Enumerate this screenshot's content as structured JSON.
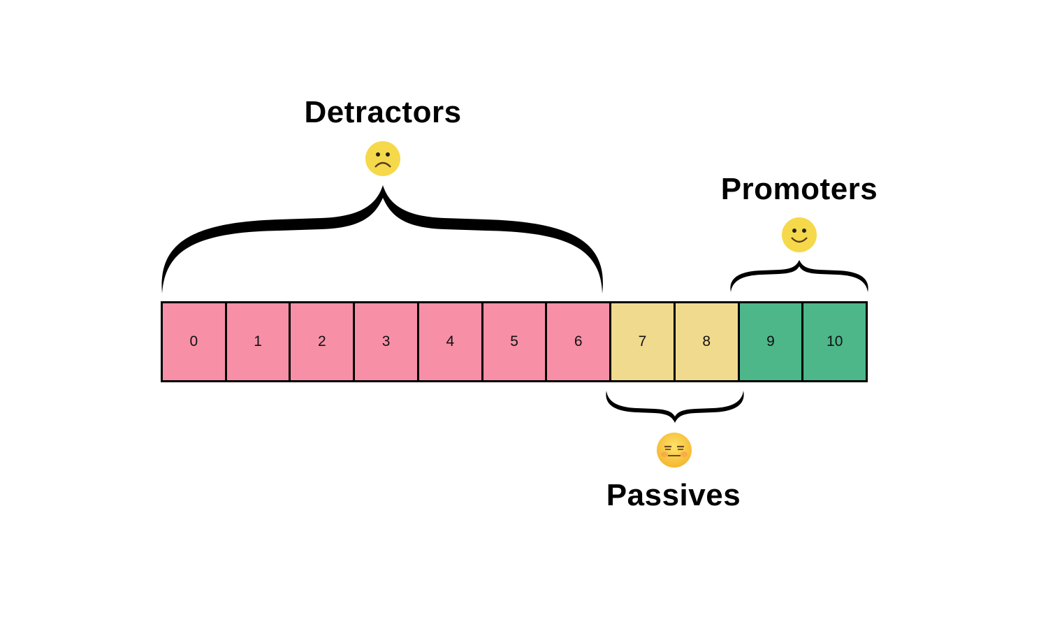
{
  "diagram": {
    "type": "nps-scale",
    "scores": [
      {
        "label": "0",
        "group": "detractors"
      },
      {
        "label": "1",
        "group": "detractors"
      },
      {
        "label": "2",
        "group": "detractors"
      },
      {
        "label": "3",
        "group": "detractors"
      },
      {
        "label": "4",
        "group": "detractors"
      },
      {
        "label": "5",
        "group": "detractors"
      },
      {
        "label": "6",
        "group": "detractors"
      },
      {
        "label": "7",
        "group": "passives"
      },
      {
        "label": "8",
        "group": "passives"
      },
      {
        "label": "9",
        "group": "promoters"
      },
      {
        "label": "10",
        "group": "promoters"
      }
    ],
    "groups": {
      "detractors": {
        "title": "Detractors",
        "icon": "frowning-face-icon",
        "color": "#f78fa7",
        "range": [
          0,
          6
        ]
      },
      "passives": {
        "title": "Passives",
        "icon": "unamused-face-icon",
        "color": "#f0da8e",
        "range": [
          7,
          8
        ]
      },
      "promoters": {
        "title": "Promoters",
        "icon": "smiling-face-icon",
        "color": "#4db78a",
        "range": [
          9,
          10
        ]
      }
    }
  }
}
